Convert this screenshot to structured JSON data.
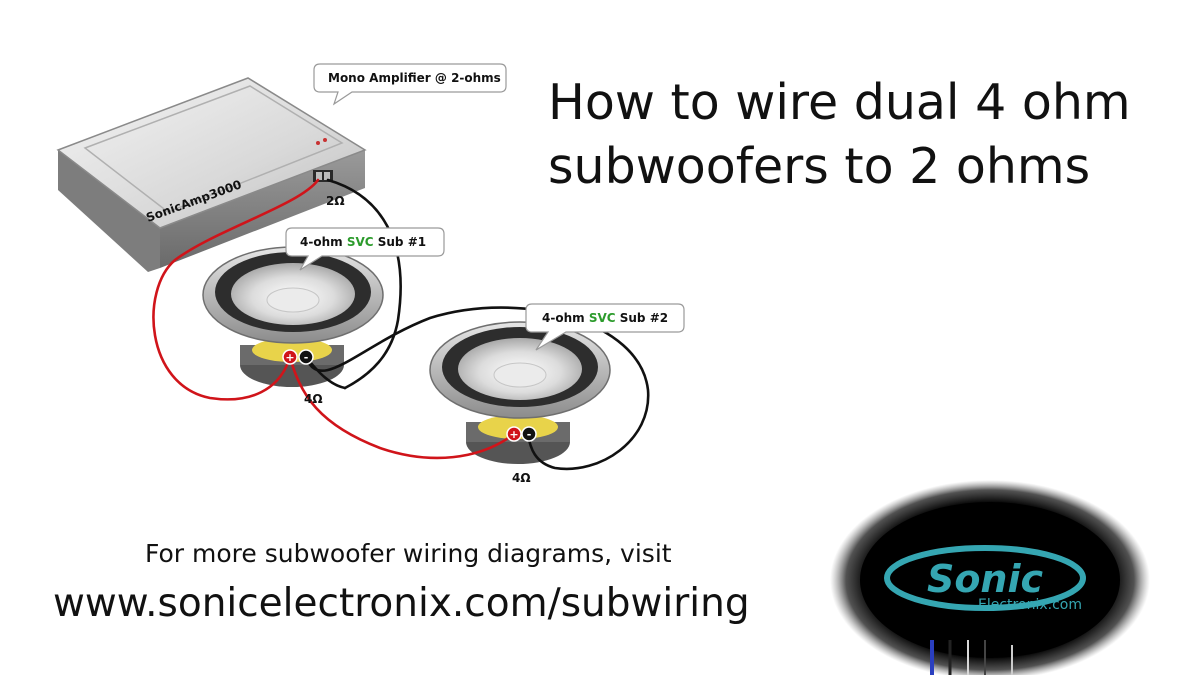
{
  "title": {
    "line1": "How to wire dual 4 ohm",
    "line2": "subwoofers to 2 ohms"
  },
  "amplifier": {
    "callout": "Mono Amplifier @ 2-ohms",
    "brand": "SonicAmp3000",
    "load_label": "2Ω"
  },
  "sub1": {
    "label_prefix": "4-ohm ",
    "label_svc": "SVC",
    "label_suffix": " Sub #1",
    "impedance": "4Ω"
  },
  "sub2": {
    "label_prefix": "4-ohm ",
    "label_svc": "SVC",
    "label_suffix": " Sub #2",
    "impedance": "4Ω"
  },
  "terminals": {
    "positive": "+",
    "negative": "-"
  },
  "footer": {
    "line1": "For more subwoofer wiring diagrams, visit",
    "line2": "www.sonicelectronix.com/subwiring"
  },
  "logo": {
    "name": "Sonic",
    "sub": "Electronix.com"
  },
  "colors": {
    "positive_wire": "#d0141a",
    "negative_wire": "#111111",
    "svc_text": "#2c9b2c",
    "logo_teal": "#35a6b2"
  }
}
